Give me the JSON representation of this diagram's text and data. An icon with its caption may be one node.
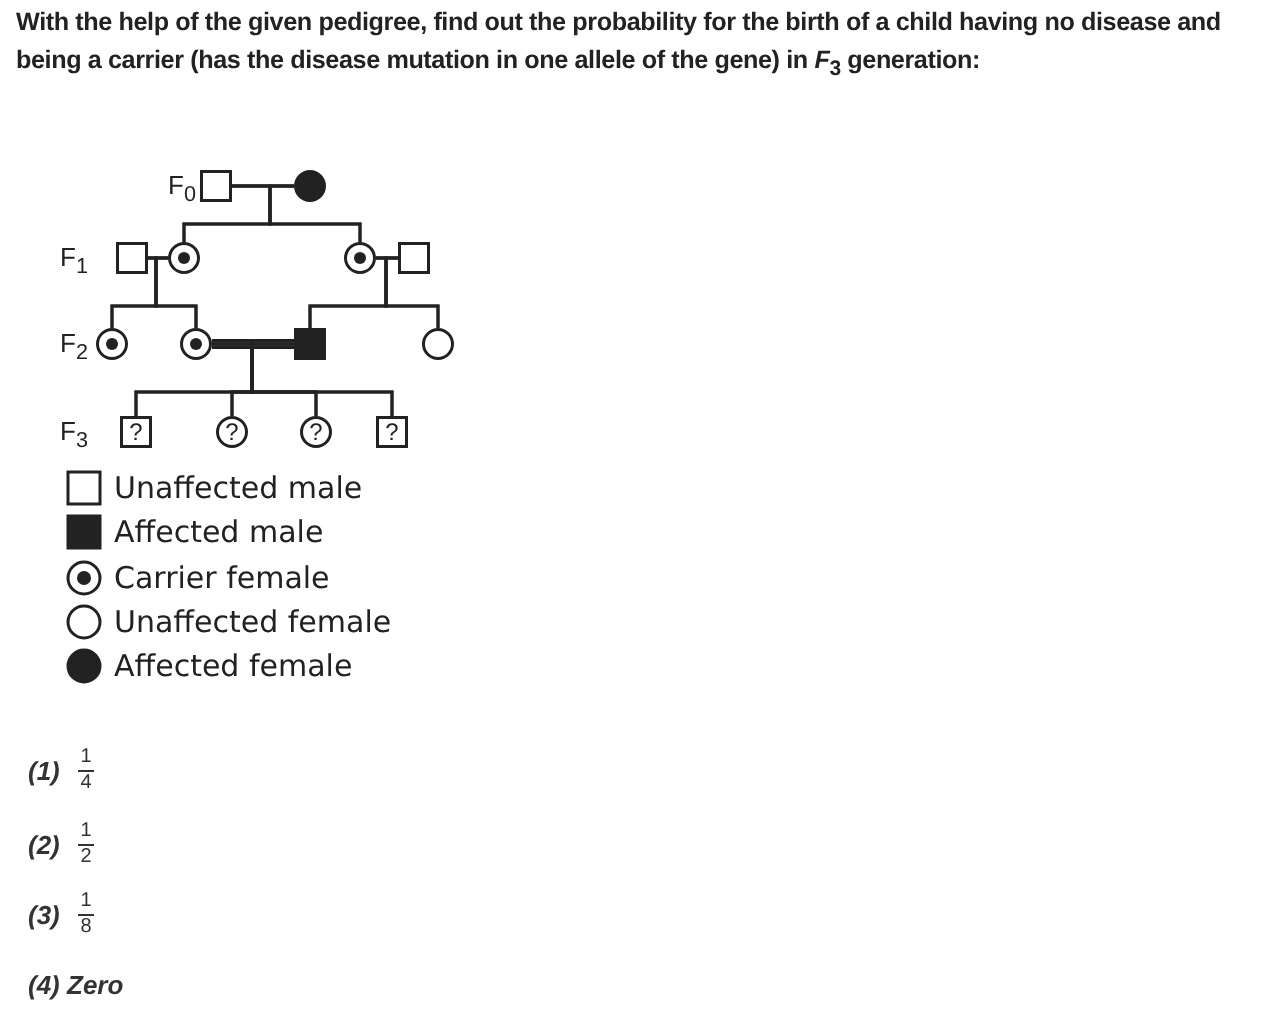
{
  "diagram": {
    "title": "With the help of the given pedigree, find out the probability for the birth of a child having no disease and being a carrier (has the disease mutation in one allele of the gene) in *F*$_{3}$ generation:",
    "nodes": [
      {
        "text": [],
        "shape": "box"
      },
      {
        "text": [],
        "shape": "circle"
      },
      {
        "text": [],
        "shape": "box"
      },
      {
        "text": [],
        "shape": "circle"
      },
      {
        "text": [],
        "shape": "circle"
      },
      {
        "text": [],
        "shape": "box"
      },
      {
        "text": [],
        "shape": "circle"
      },
      {
        "text": [],
        "shape": "circle"
      },
      {
        "text": [],
        "shape": "box"
      },
      {
        "text": [],
        "shape": "circle"
      },
      {
        "text": [
          "?"
        ]
      },
      {
        "text": [
          "?"
        ]
      },
      {
        "text": [
          "?"
        ]
      },
      {
        "text": [
          "?"
        ]
      }
    ],
    "edges": [
      {
        "from": 0,
        "to": 1,
        "arrow": "none"
      },
      {
        "from": 0,
        "to": 3,
        "arrow": "none"
      },
      {
        "from": 1,
        "to": 3,
        "arrow": "none"
      },
      {
        "from": 0,
        "to": 4,
        "arrow": "none"
      },
      {
        "from": 1,
        "to": 4,
        "arrow": "none"
      },
      {
        "from": 2,
        "to": 3,
        "arrow": "none"
      },
      {
        "from": 4,
        "to": 5,
        "arrow": "none"
      },
      {
        "from": 2,
        "to": 6,
        "arrow": "none"
      },
      {
        "from": 3,
        "to": 6,
        "arrow": "none"
      },
      {
        "from": 2,
        "to": 7,
        "arrow": "none"
      },
      {
        "from": 3,
        "to": 7,
        "arrow": "none"
      },
      {
        "from": 4,
        "to": 8,
        "arrow": "none"
      },
      {
        "from": 5,
        "to": 8,
        "arrow": "none"
      },
      {
        "from": 4,
        "to": 9,
        "arrow": "none"
      },
      {
        "from": 5,
        "to": 9,
        "arrow": "none"
      },
      {
        "from": 7,
        "to": 8,
        "arrow": "none",
        "style": "thick"
      },
      {
        "from": 7,
        "to": 10,
        "arrow": "none"
      },
      {
        "from": 8,
        "to": 10,
        "arrow": "none"
      },
      {
        "from": 7,
        "to": 11,
        "arrow": "none"
      },
      {
        "from": 8,
        "to": 11,
        "arrow": "none"
      },
      {
        "from": 7,
        "to": 12,
        "arrow": "none"
      },
      {
        "from": 8,
        "to": 12,
        "arrow": "none"
      },
      {
        "from": 7,
        "to": 13,
        "arrow": "none"
      },
      {
        "from": 8,
        "to": 13,
        "arrow": "none"
      }
    ],
    "labels": [
      "F$_{0}$",
      "F$_{1}$",
      "F$_{2}$",
      "F$_{3}$",
      "(1)",
      "1",
      "4",
      "(2)",
      "1",
      "2",
      "(3)",
      "1",
      "8",
      "(4) Zero"
    ],
    "legend": [
      {
        "text": "Unaffected male"
      },
      {
        "text": "Affected male"
      },
      {
        "text": "Carrier female"
      },
      {
        "text": "Unaffected female"
      },
      {
        "text": "Affected female"
      }
    ]
  }
}
